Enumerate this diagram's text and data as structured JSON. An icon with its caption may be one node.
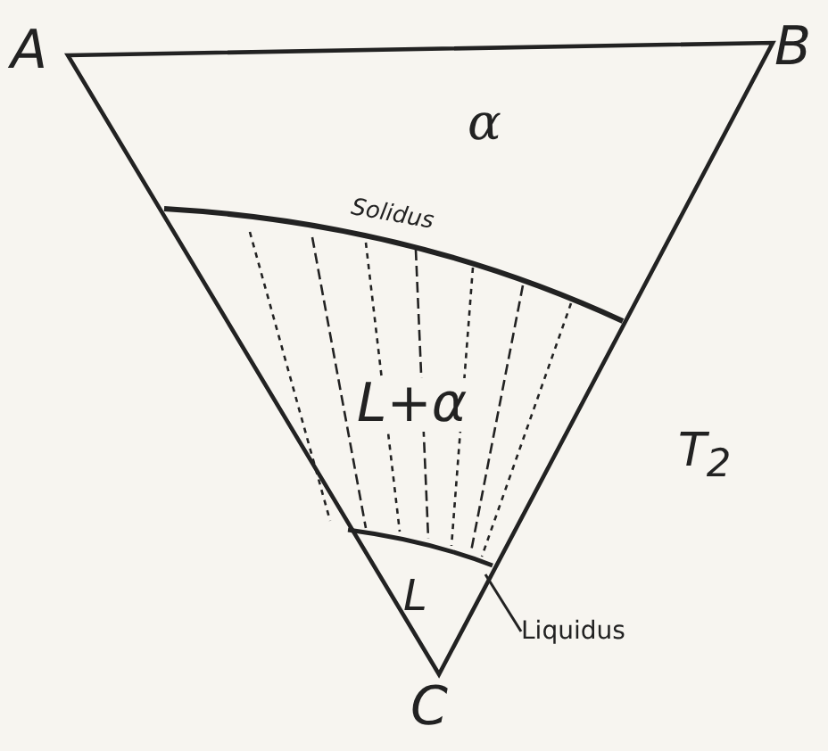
{
  "diagram": {
    "nodes": [
      {
        "text": [
          "Liquidus"
        ]
      },
      {
        "text": [],
        "shape": "curve"
      }
    ],
    "edges": [
      {
        "from": 0,
        "to": 1,
        "arrow": "none"
      }
    ],
    "labels": [
      "A",
      "B",
      "α",
      "Solidus",
      "L+α",
      "T$_{2}$",
      "L",
      "C"
    ]
  }
}
